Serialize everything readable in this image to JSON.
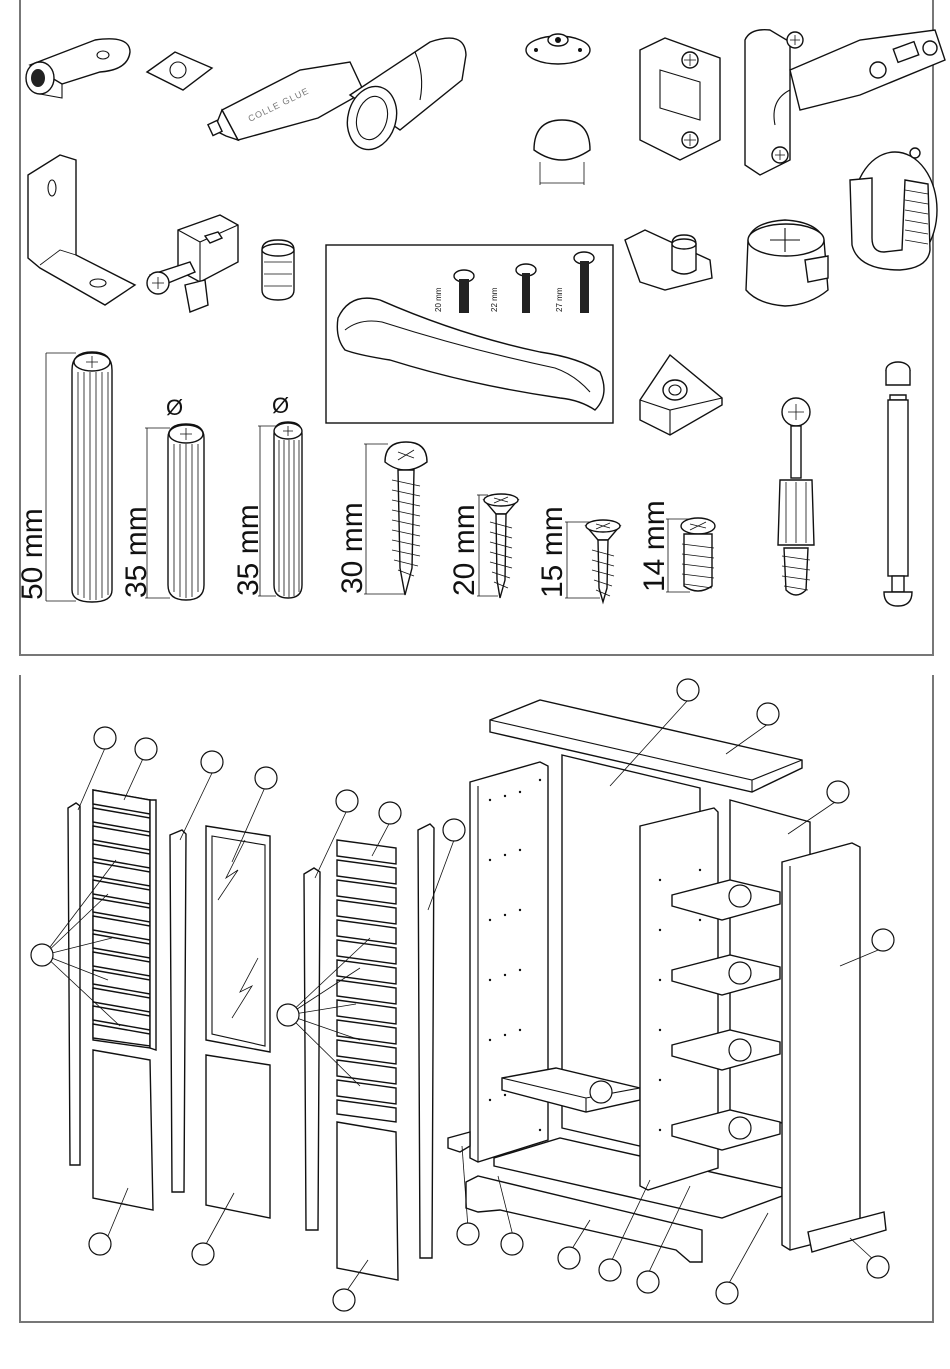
{
  "glue_tube_label": "COLLE GLUE",
  "diameter_symbol": "Ø",
  "handle_screws": [
    {
      "length": "20 mm"
    },
    {
      "length": "22 mm"
    },
    {
      "length": "27 mm"
    }
  ],
  "dowels": [
    {
      "length": "50 mm"
    },
    {
      "length": "35 mm"
    },
    {
      "length": "35 mm"
    }
  ],
  "screws": [
    {
      "length": "30 mm"
    },
    {
      "length": "20 mm"
    },
    {
      "length": "15 mm"
    },
    {
      "length": "14 mm"
    }
  ],
  "icons": [
    "cam-lock-bracket",
    "washer",
    "glue-tube",
    "oval-connector",
    "disc-connector",
    "round-knob",
    "hinge-mounting-plate",
    "concealed-hinge",
    "angle-bracket",
    "cam-fitting",
    "plastic-plug",
    "handle",
    "shelf-support",
    "cam-housing",
    "cup-handle",
    "corner-block",
    "cam-bolt",
    "connecting-bolt"
  ],
  "colors": {
    "line": "#111111",
    "frame": "#777777",
    "background": "#ffffff"
  }
}
